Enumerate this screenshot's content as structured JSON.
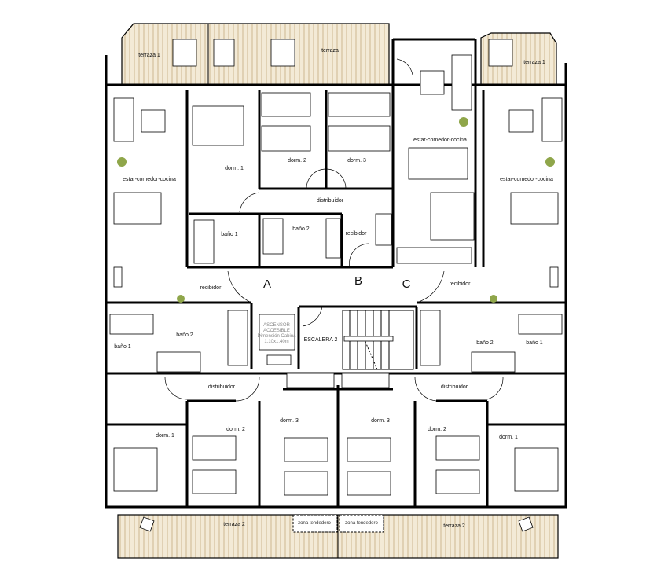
{
  "plan": {
    "terraces": {
      "top_left": "terraza 1",
      "top_center": "terraza",
      "top_right": "terraza 1",
      "bottom_left": "terraza 2",
      "bottom_right": "terraza 2",
      "clothesline_left": "zona tendedero",
      "clothesline_right": "zona tendedero"
    },
    "top_floor_units": {
      "dorm1": "dorm. 1",
      "dorm2": "dorm. 2",
      "dorm3": "dorm. 3",
      "living_center": "estar-comedor-cocina",
      "living_left": "estar-comedor-cocina",
      "living_right": "estar-comedor-cocina",
      "hall": "distribuidor",
      "bath1": "baño 1",
      "bath2": "baño 2",
      "entry": "recibidor"
    },
    "core": {
      "door_a": "A",
      "door_b": "B",
      "door_c": "C",
      "entry_left": "recibidor",
      "entry_right": "recibidor",
      "elevator_line1": "ASCENSOR",
      "elevator_line2": "ACCESIBLE",
      "elevator_line3": "Dimensión Cabina",
      "elevator_line4": "1.10x1.40m",
      "stair": "ESCALERA 2"
    },
    "side_baths": {
      "left_bath1": "baño 1",
      "left_bath2": "baño 2",
      "right_bath2": "baño 2",
      "right_bath1": "baño 1"
    },
    "bottom_units": {
      "hall_left": "distribuidor",
      "hall_right": "distribuidor",
      "dorm1_left": "dorm. 1",
      "dorm2_left": "dorm. 2",
      "dorm3_left": "dorm. 3",
      "dorm3_right": "dorm. 3",
      "dorm2_right": "dorm. 2",
      "dorm1_right": "dorm. 1"
    },
    "colors": {
      "terrace_fill": "#f3ead6",
      "terrace_hatch": "#c2ab7e",
      "plant": "#8fa64a",
      "wall": "#000000"
    }
  }
}
